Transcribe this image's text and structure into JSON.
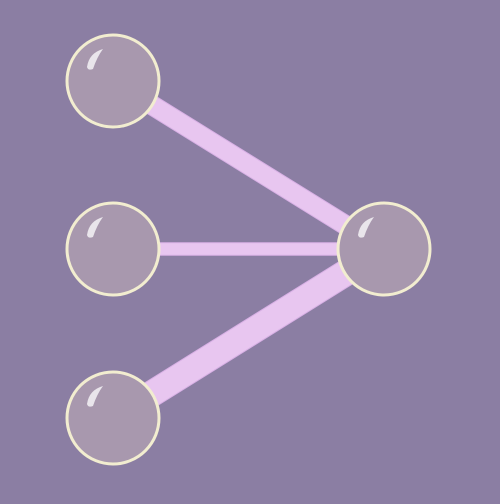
{
  "colors": {
    "background": "#8b7ea3",
    "edge_fill": "#e8c6f0",
    "edge_outline": "#d9b1e6",
    "node_fill": "#a898ae",
    "node_stroke": "#f2edd0",
    "highlight": "#ffffff"
  },
  "diagram": {
    "nodes": [
      {
        "id": "input-1",
        "label": ""
      },
      {
        "id": "input-2",
        "label": ""
      },
      {
        "id": "input-3",
        "label": ""
      },
      {
        "id": "output",
        "label": ""
      }
    ],
    "edges": [
      {
        "from": "input-1",
        "to": "output",
        "weight": 0.6
      },
      {
        "from": "input-2",
        "to": "output",
        "weight": 0.2
      },
      {
        "from": "input-3",
        "to": "output",
        "weight": 1.0
      }
    ]
  }
}
